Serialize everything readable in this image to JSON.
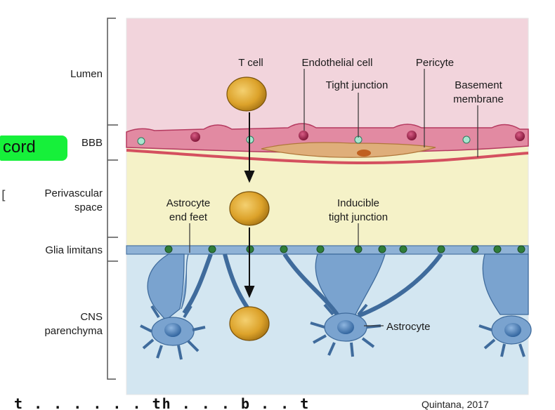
{
  "regions": {
    "lumen": "Lumen",
    "bbb": "BBB",
    "perivascular_line1": "Perivascular",
    "perivascular_line2": "space",
    "glia_limitans": "Glia limitans",
    "cns_line1": "CNS",
    "cns_line2": "parenchyma"
  },
  "labels": {
    "t_cell": "T cell",
    "endothelial_cell": "Endothelial cell",
    "pericyte": "Pericyte",
    "tight_junction": "Tight junction",
    "basement_line1": "Basement",
    "basement_line2": "membrane",
    "astro_feet_line1": "Astrocyte",
    "astro_feet_line2": "end feet",
    "inducible_line1": "Inducible",
    "inducible_line2": "tight junction",
    "astrocyte": "Astrocyte"
  },
  "annotations": {
    "highlight_text": "cord",
    "bracket_mark": "[",
    "bottom_scribble": "t . . . . . . th . . . b . . t . th",
    "citation": "Quintana, 2017"
  },
  "colors": {
    "lumen_bg": "#f2d4dc",
    "perivascular_bg": "#f5f2c8",
    "parenchyma_bg": "#d3e6f1",
    "endothelium": "#d9708c",
    "endothelium_dark": "#b53a60",
    "nucleus": "#9c1f45",
    "tight_junction": "#9fe0c8",
    "pericyte": "#d9a06a",
    "t_cell": "#dca22a",
    "astrocyte": "#5f8fc0",
    "glia_junction": "#2f7d3a",
    "highlight": "#16f03a"
  }
}
